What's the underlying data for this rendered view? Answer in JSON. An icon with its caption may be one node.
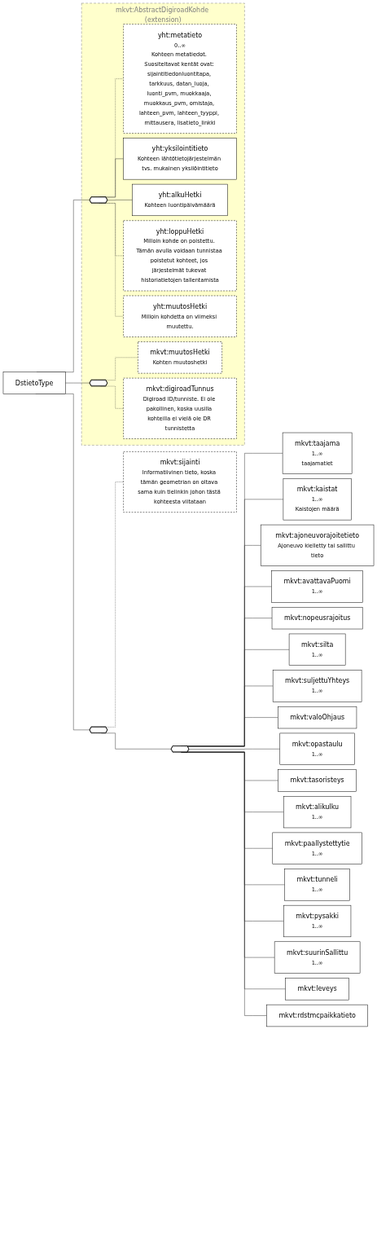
{
  "diagram": {
    "nodes": [
      {
        "text": [
          "DstietoType"
        ]
      },
      {
        "text": [
          "mkvt:AbstractDigiroadKohde (extension)"
        ]
      },
      {
        "text": [],
        "shape": "octagon",
        "in": 1
      },
      {
        "text": [
          "yht:metatieto",
          "0..∞",
          "Kohteen metatiedot. Suositeltavat kentät ovat: sijaintitiedonluontitapa, tarkkuus, datan_luoja, luonti_pvm, muokkaaja, muokkaus_pvm, omistaja, lahteen_pvm, lahteen_tyyppi, mittausera, lisatieto_linkki"
        ],
        "in": 1
      },
      {
        "text": [
          "yht:yksilointitieto",
          "Kohteen lähtötietojärjestelmän tvs. mukainen yksilöintitieto"
        ],
        "in": 1
      },
      {
        "text": [
          "yht:alkuHetki",
          "Kohteen luontipäivämäärä"
        ],
        "in": 1
      },
      {
        "text": [
          "yht:loppuHetki",
          "Milloin kohde on poistettu. Tämän avulla voidaan tunnistaa poistetut kohteet, jos järjestelmät tukevat historiatietojen tallentamista"
        ],
        "in": 1
      },
      {
        "text": [
          "yht:muutosHetki",
          "Milloin kohdetta on viimeksi muutettu."
        ],
        "in": 1
      },
      {
        "text": [],
        "shape": "octagon",
        "in": 1
      },
      {
        "text": [
          "mkvt:muutosHetki",
          "Kohten muutoshetki"
        ],
        "in": 1
      },
      {
        "text": [
          "mkvt:digiroadTunnus",
          "Digiroad ID/tunniste. Ei ole pakollinen, koska uusilla kohteilla ei vielä ole DR tunnistetta"
        ],
        "in": 1
      },
      {
        "text": [],
        "shape": "octagon"
      },
      {
        "text": [],
        "shape": "octagon"
      },
      {
        "text": [
          "mkvt:taajama",
          "1..∞",
          "taajamatiet"
        ]
      },
      {
        "text": [
          "mkvt:kaistat",
          "1..∞",
          "Kaistojen määrä"
        ]
      },
      {
        "text": [
          "mkvt:ajoneuvorajoitetieto",
          "Ajoneuvo kielletty tai sallittu tieto"
        ]
      },
      {
        "text": [
          "mkvt:avattavaPuomi",
          "1..∞"
        ]
      },
      {
        "text": [
          "mkvt:nopeusrajoitus"
        ]
      },
      {
        "text": [
          "mkvt:silta",
          "1..∞"
        ]
      },
      {
        "text": [
          "mkvt:suljettuYhteys",
          "1..∞"
        ]
      },
      {
        "text": [
          "mkvt:valoOhjaus"
        ]
      },
      {
        "text": [
          "mkvt:opastaulu",
          "1..∞"
        ]
      },
      {
        "text": [
          "mkvt:tasoristeys"
        ]
      },
      {
        "text": [
          "mkvt:alikulku",
          "1..∞"
        ]
      },
      {
        "text": [
          "mkvt:paallystettytie",
          "1..∞"
        ]
      },
      {
        "text": [
          "mkvt:tunneli",
          "1..∞"
        ]
      },
      {
        "text": [
          "mkvt:pysakki",
          "1..∞"
        ]
      },
      {
        "text": [
          "mkvt:suurinSallittu",
          "1..∞"
        ]
      },
      {
        "text": [
          "mkvt:leveys"
        ]
      },
      {
        "text": [
          "mkvt:rdstmcpaikkatieto"
        ]
      },
      {
        "text": [
          "mkvt:sijainti",
          "Informatiivinen tieto, koska tämän geometrian on oltava sama kuin tielinkin johon tästä kohteesta viitataan"
        ]
      }
    ],
    "edges": [
      {
        "from": 0,
        "to": 2,
        "arrow": "none"
      },
      {
        "from": 0,
        "to": 8,
        "arrow": "none"
      },
      {
        "from": 0,
        "to": 11,
        "arrow": "none"
      },
      {
        "from": 2,
        "to": 3,
        "arrow": "none",
        "style": "dashed"
      },
      {
        "from": 2,
        "to": 4,
        "arrow": "none"
      },
      {
        "from": 2,
        "to": 5,
        "arrow": "none"
      },
      {
        "from": 2,
        "to": 6,
        "arrow": "none",
        "style": "dashed"
      },
      {
        "from": 2,
        "to": 7,
        "arrow": "none",
        "style": "dashed"
      },
      {
        "from": 8,
        "to": 9,
        "arrow": "none",
        "style": "dashed"
      },
      {
        "from": 8,
        "to": 10,
        "arrow": "none",
        "style": "dashed"
      },
      {
        "from": 11,
        "to": 12,
        "arrow": "none"
      },
      {
        "from": 11,
        "to": 30,
        "arrow": "none",
        "style": "dashed"
      },
      {
        "from": 12,
        "to": 13,
        "arrow": "none"
      },
      {
        "from": 12,
        "to": 14,
        "arrow": "none"
      },
      {
        "from": 12,
        "to": 15,
        "arrow": "none"
      },
      {
        "from": 12,
        "to": 16,
        "arrow": "none"
      },
      {
        "from": 12,
        "to": 17,
        "arrow": "none"
      },
      {
        "from": 12,
        "to": 18,
        "arrow": "none"
      },
      {
        "from": 12,
        "to": 19,
        "arrow": "none"
      },
      {
        "from": 12,
        "to": 20,
        "arrow": "none"
      },
      {
        "from": 12,
        "to": 21,
        "arrow": "none"
      },
      {
        "from": 12,
        "to": 22,
        "arrow": "none"
      },
      {
        "from": 12,
        "to": 23,
        "arrow": "none"
      },
      {
        "from": 12,
        "to": 24,
        "arrow": "none"
      },
      {
        "from": 12,
        "to": 25,
        "arrow": "none"
      },
      {
        "from": 12,
        "to": 26,
        "arrow": "none"
      },
      {
        "from": 12,
        "to": 27,
        "arrow": "none"
      },
      {
        "from": 12,
        "to": 28,
        "arrow": "none"
      },
      {
        "from": 12,
        "to": 29,
        "arrow": "none"
      }
    ]
  }
}
